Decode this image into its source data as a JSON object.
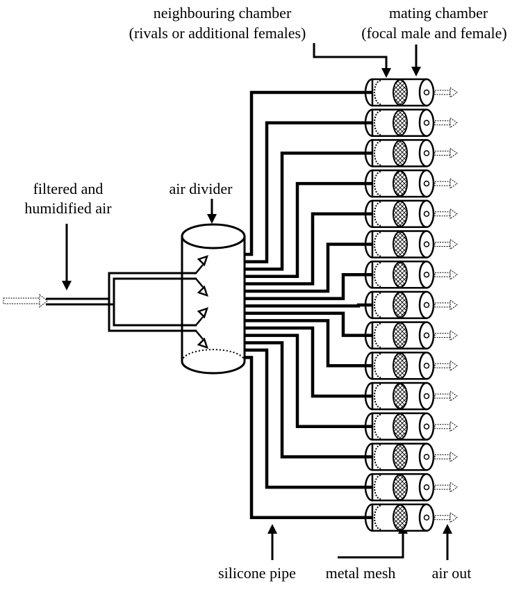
{
  "labels": {
    "neighbouring_line1": "neighbouring chamber",
    "neighbouring_line2": "(rivals or additional females)",
    "mating_line1": "mating chamber",
    "mating_line2": "(focal male and female)",
    "filtered_line1": "filtered and",
    "filtered_line2": "humidified air",
    "air_divider": "air divider",
    "silicone_pipe": "silicone pipe",
    "metal_mesh": "metal mesh",
    "air_out": "air out"
  },
  "chamber_count": 15,
  "colors": {
    "ink": "#000000",
    "background": "#ffffff",
    "arrow_fill": "#ffffff"
  }
}
